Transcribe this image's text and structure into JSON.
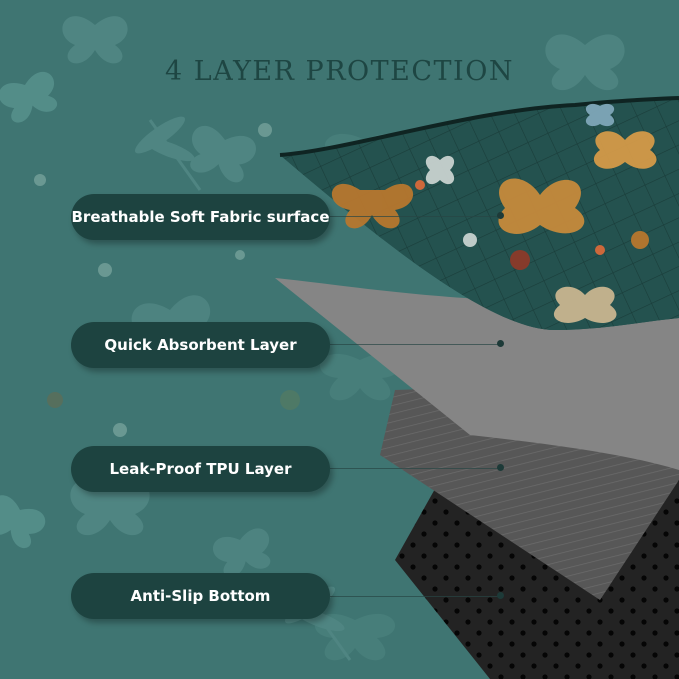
{
  "title": "4 LAYER PROTECTION",
  "layers": [
    {
      "label": "Breathable Soft Fabric surface"
    },
    {
      "label": "Quick Absorbent Layer"
    },
    {
      "label": "Leak-Proof TPU Layer"
    },
    {
      "label": "Anti-Slip Bottom"
    }
  ],
  "colors": {
    "background": "#3f7572",
    "pill": "#1d4340",
    "title": "#1e4643",
    "fabric": "#24524f",
    "absorbent": "#8a8a8a",
    "tpu": "#555555",
    "bottom": "#222222"
  }
}
